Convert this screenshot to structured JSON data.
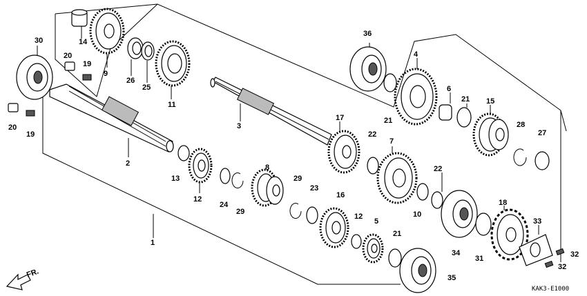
{
  "figure_code": "KAK3-E1000",
  "direction_label": "FR.",
  "callouts": [
    "1",
    "2",
    "3",
    "4",
    "5",
    "6",
    "7",
    "8",
    "9",
    "10",
    "11",
    "12",
    "12",
    "13",
    "14",
    "15",
    "16",
    "17",
    "18",
    "19",
    "19",
    "20",
    "20",
    "21",
    "21",
    "21",
    "22",
    "22",
    "23",
    "24",
    "25",
    "26",
    "27",
    "28",
    "29",
    "29",
    "30",
    "31",
    "32",
    "32",
    "33",
    "34",
    "35",
    "36"
  ]
}
